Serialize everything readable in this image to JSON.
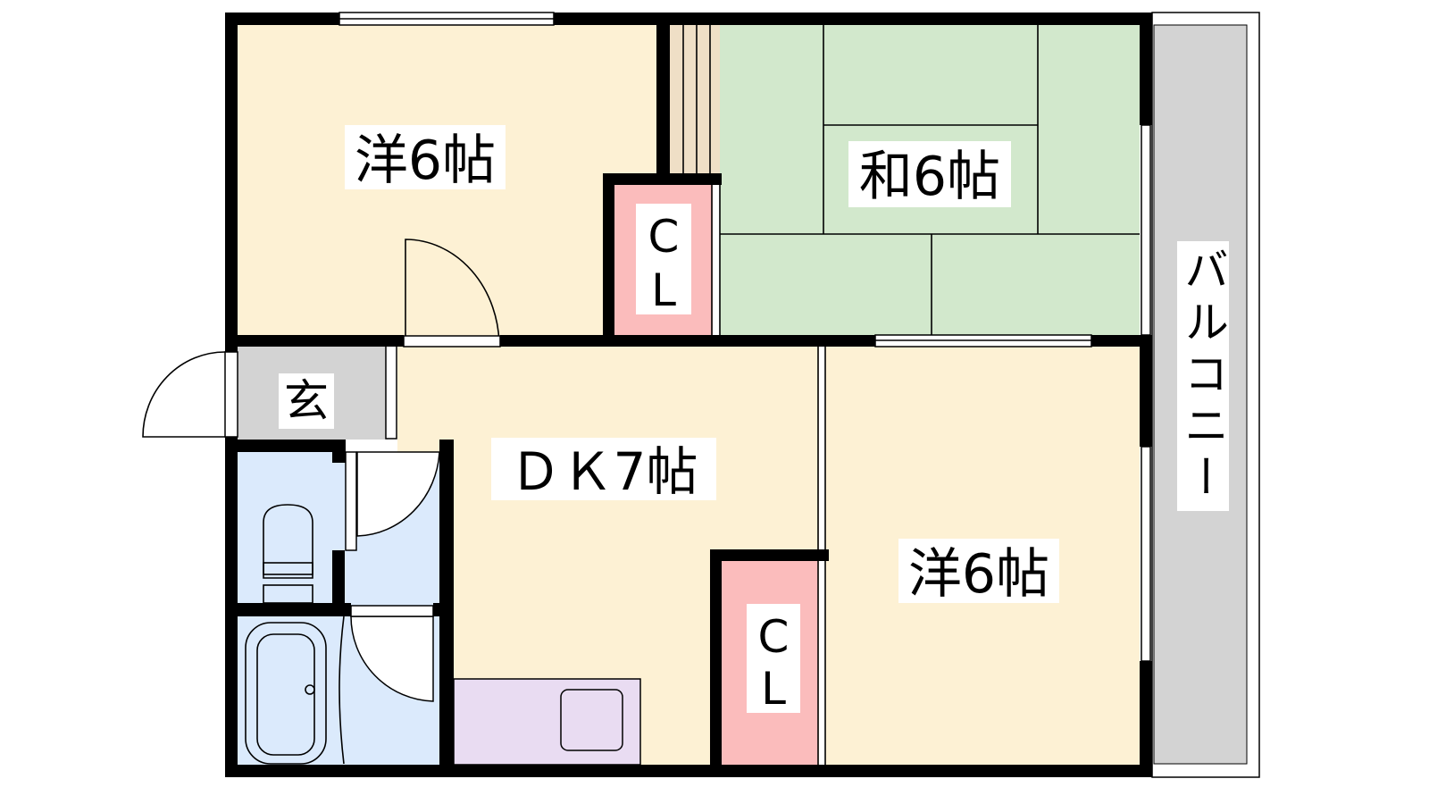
{
  "rooms": {
    "western_room_1": {
      "label": "洋6帖"
    },
    "japanese_room": {
      "label": "和6帖"
    },
    "dining_kitchen": {
      "label": "ＤＫ7帖"
    },
    "western_room_2": {
      "label": "洋6帖"
    },
    "closet_1": {
      "label_line1": "C",
      "label_line2": "L"
    },
    "closet_2": {
      "label_line1": "C",
      "label_line2": "L"
    },
    "entrance": {
      "label": "玄"
    },
    "balcony": {
      "label": "バルコニー",
      "chars": [
        "バ",
        "ル",
        "コ",
        "ニ",
        "ー"
      ]
    }
  },
  "colors": {
    "western_floor": "#fdf1d4",
    "tatami": "#d2e8cc",
    "closet": "#fbbcbc",
    "entrance": "#d3d3d3",
    "wet_area": "#dbeafc",
    "kitchen": "#e9dcf2",
    "storage": "#efdfc6",
    "balcony": "#d3d3d3"
  }
}
